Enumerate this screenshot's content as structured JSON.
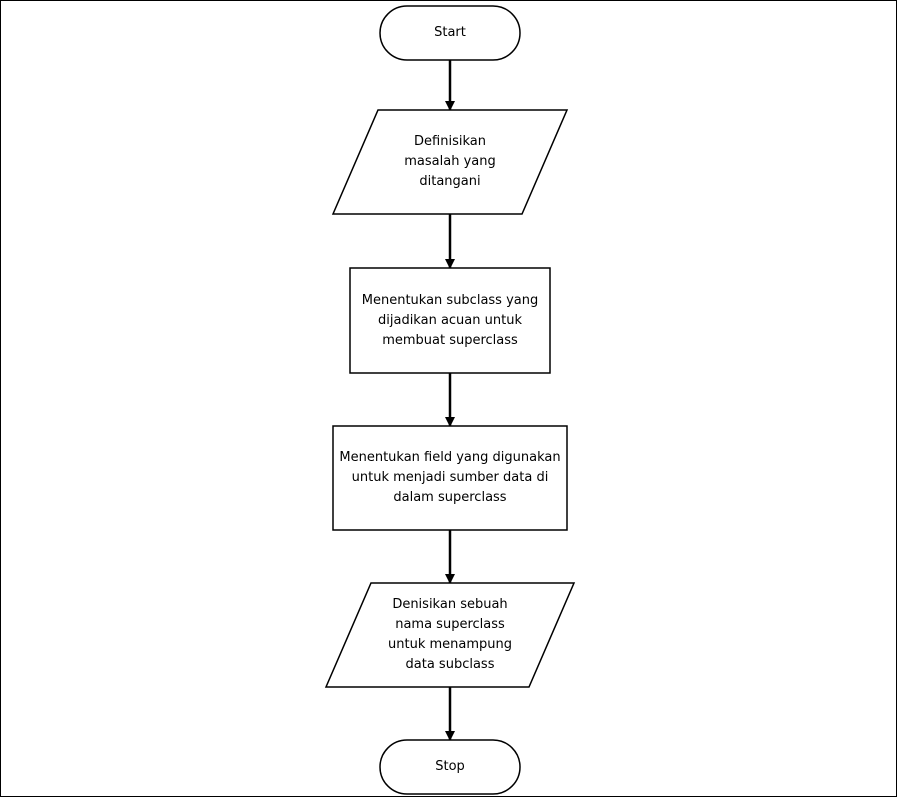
{
  "flowchart": {
    "nodes": [
      {
        "id": "start",
        "shape": "terminator",
        "lines": [
          "Start"
        ]
      },
      {
        "id": "define-problem",
        "shape": "parallelogram",
        "lines": [
          "Definisikan",
          "masalah yang",
          "ditangani"
        ]
      },
      {
        "id": "choose-subclass",
        "shape": "rectangle",
        "lines": [
          "Menentukan subclass yang",
          "dijadikan acuan untuk",
          "membuat superclass"
        ]
      },
      {
        "id": "choose-field",
        "shape": "rectangle",
        "lines": [
          "Menentukan field yang digunakan",
          "untuk menjadi sumber data di",
          "dalam superclass"
        ]
      },
      {
        "id": "define-superclass",
        "shape": "parallelogram",
        "lines": [
          "Denisikan sebuah",
          "nama superclass",
          "untuk menampung",
          "data subclass"
        ]
      },
      {
        "id": "stop",
        "shape": "terminator",
        "lines": [
          "Stop"
        ]
      }
    ],
    "edges": [
      {
        "from": "start",
        "to": "define-problem"
      },
      {
        "from": "define-problem",
        "to": "choose-subclass"
      },
      {
        "from": "choose-subclass",
        "to": "choose-field"
      },
      {
        "from": "choose-field",
        "to": "define-superclass"
      },
      {
        "from": "define-superclass",
        "to": "stop"
      }
    ],
    "stroke_color": "#000000",
    "fill_color": "#ffffff"
  }
}
